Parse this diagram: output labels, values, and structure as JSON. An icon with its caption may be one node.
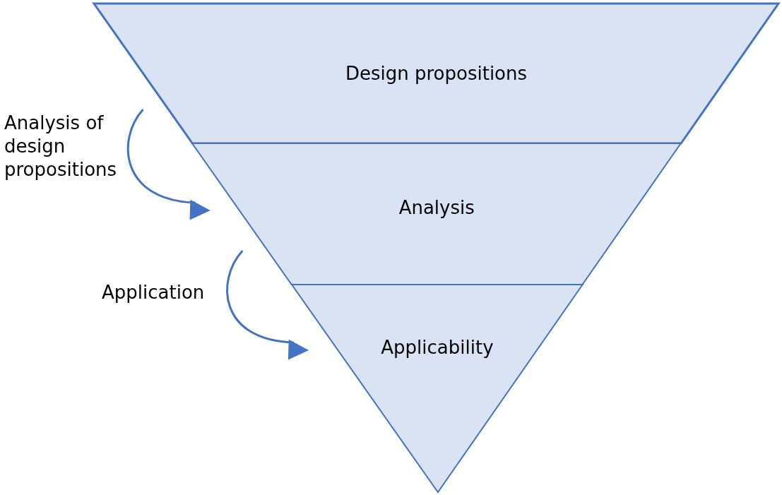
{
  "diagram": {
    "nodes": [
      {
        "text": [
          "Design propositions"
        ]
      },
      {
        "text": [
          "Analysis"
        ]
      },
      {
        "text": [
          "Applicability"
        ]
      }
    ],
    "edges": [
      {
        "from": 0,
        "to": 1,
        "arrow": "to",
        "label": "Analysis of design propositions"
      },
      {
        "from": 1,
        "to": 2,
        "arrow": "to",
        "label": "Application"
      }
    ]
  }
}
